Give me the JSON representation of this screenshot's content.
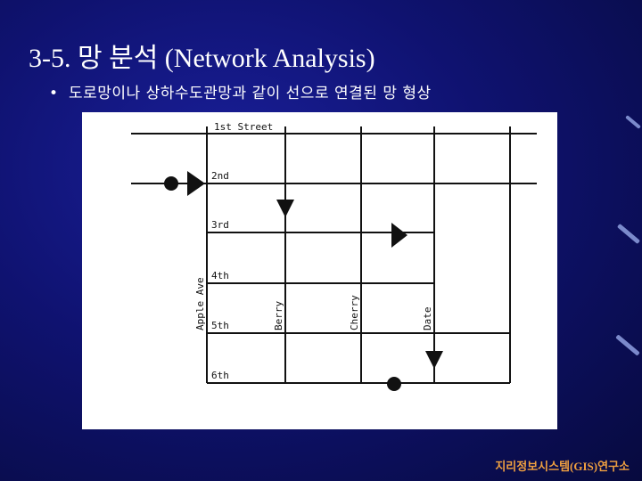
{
  "slide": {
    "title": "3-5. 망 분석 (Network Analysis)",
    "bullet_marker": "•",
    "bullet_text": "도로망이나 상하수도관망과 같이 선으로 연결된 망 형상",
    "footer": "지리정보시스템(GIS)연구소"
  },
  "figure": {
    "streets": [
      "1st Street",
      "2nd",
      "3rd",
      "4th",
      "5th",
      "6th"
    ],
    "avenues": [
      "Apple Ave",
      "Berry",
      "Cherry",
      "Date"
    ]
  },
  "colors": {
    "background": "#0f1270",
    "title": "#ffffff",
    "footer": "#f0a040",
    "ink": "#111111"
  }
}
